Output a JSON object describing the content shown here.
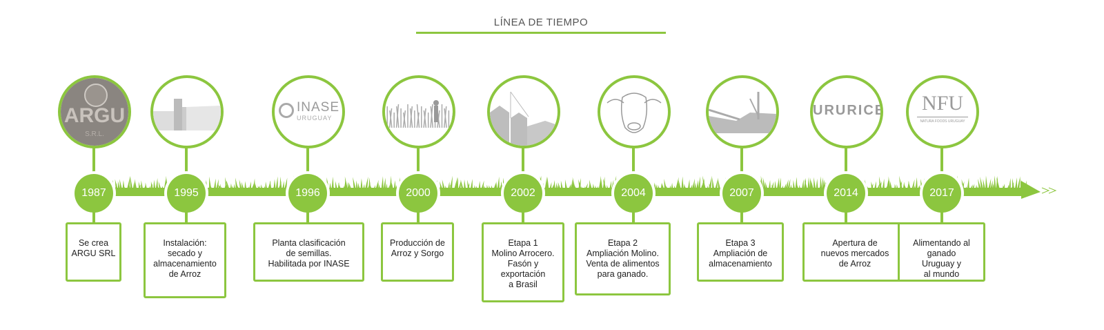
{
  "title": "LÍNEA DE TIEMPO",
  "accent": "#8cc63f",
  "events": [
    {
      "year": "1987",
      "text": "Se crea\nARGU SRL",
      "logo": "ARGU",
      "logo_sub": "S.R.L."
    },
    {
      "year": "1995",
      "text": "Instalación:\nsecado y\nalmacenamiento\nde Arroz",
      "icon": "silo-building-icon"
    },
    {
      "year": "1996",
      "text": "Planta clasificación\nde semillas.\nHabilitada por INASE",
      "logo": "INASE",
      "logo_sub": "URUGUAY"
    },
    {
      "year": "2000",
      "text": "Producción de\nArroz y Sorgo",
      "icon": "crop-field-icon"
    },
    {
      "year": "2002",
      "text": "Etapa 1\nMolino Arrocero.\nFasón y\nexportación\na Brasil",
      "icon": "mill-icon"
    },
    {
      "year": "2004",
      "text": "Etapa 2\nAmpliación Molino.\nVenta de alimentos\npara ganado.",
      "icon": "cow-icon"
    },
    {
      "year": "2007",
      "text": "Etapa 3\nAmpliación de\nalmacenamiento",
      "icon": "storage-plant-icon"
    },
    {
      "year": "2014",
      "text": "Apertura de\nnuevos mercados\nde Arroz",
      "logo": "URURICE"
    },
    {
      "year": "2017",
      "text": "Alimentando al\nganado\nUruguay y\nal mundo",
      "logo": "NFU",
      "logo_sub": "NATURA FOODS URUGUAY"
    }
  ]
}
